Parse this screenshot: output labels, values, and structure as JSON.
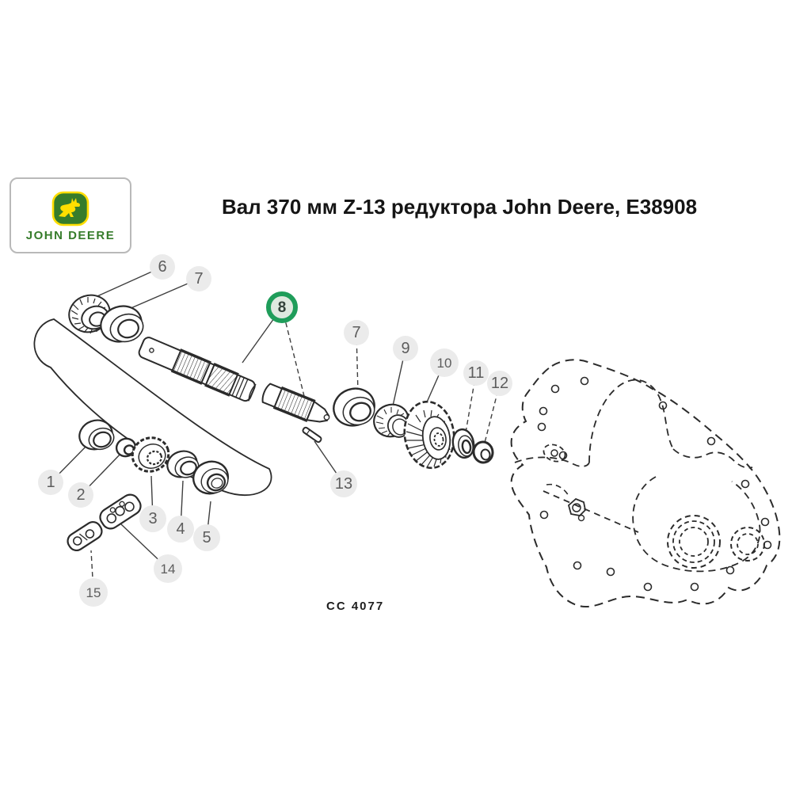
{
  "title": "Вал 370 мм Z-13 редуктора John Deere, E38908",
  "logo": {
    "brand": "JOHN DEERE",
    "green": "#367C2B",
    "yellow": "#FFDE00"
  },
  "figure_code": "CC 4077",
  "diagram": {
    "description": "Exploded parts view of gearbox shaft assembly with dashed housing outline",
    "highlight_color": "#1f9d5a",
    "highlighted_part": "8",
    "callouts": [
      {
        "label": "1",
        "highlighted": false
      },
      {
        "label": "2",
        "highlighted": false
      },
      {
        "label": "3",
        "highlighted": false
      },
      {
        "label": "4",
        "highlighted": false
      },
      {
        "label": "5",
        "highlighted": false
      },
      {
        "label": "6",
        "highlighted": false
      },
      {
        "label": "7",
        "highlighted": false
      },
      {
        "label": "7",
        "highlighted": false
      },
      {
        "label": "8",
        "highlighted": true
      },
      {
        "label": "9",
        "highlighted": false
      },
      {
        "label": "10",
        "highlighted": false
      },
      {
        "label": "11",
        "highlighted": false
      },
      {
        "label": "12",
        "highlighted": false
      },
      {
        "label": "13",
        "highlighted": false
      },
      {
        "label": "14",
        "highlighted": false
      },
      {
        "label": "15",
        "highlighted": false
      }
    ]
  }
}
